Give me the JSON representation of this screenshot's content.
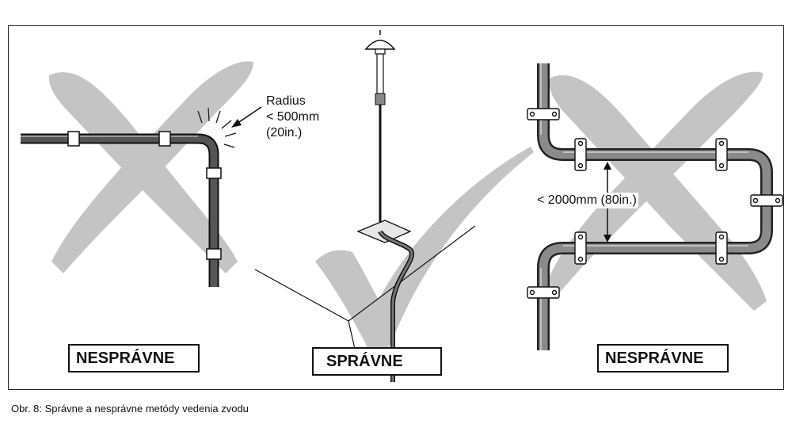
{
  "panels": {
    "left": {
      "label": "NESPRÁVNE"
    },
    "center": {
      "label": "SPRÁVNE"
    },
    "right": {
      "label": "NESPRÁVNE"
    }
  },
  "annotations": {
    "radius_line1": "Radius",
    "radius_line2": "< 500mm",
    "radius_line3": "(20in.)",
    "spacing": "< 2000mm (80in.)"
  },
  "caption": "Obr. 8: Správne a nesprávne metódy vedenia zvodu",
  "colors": {
    "mark": "#c4c4c4",
    "cable": "#333333",
    "cable_light": "#8a8a8a",
    "outline": "#111111"
  }
}
